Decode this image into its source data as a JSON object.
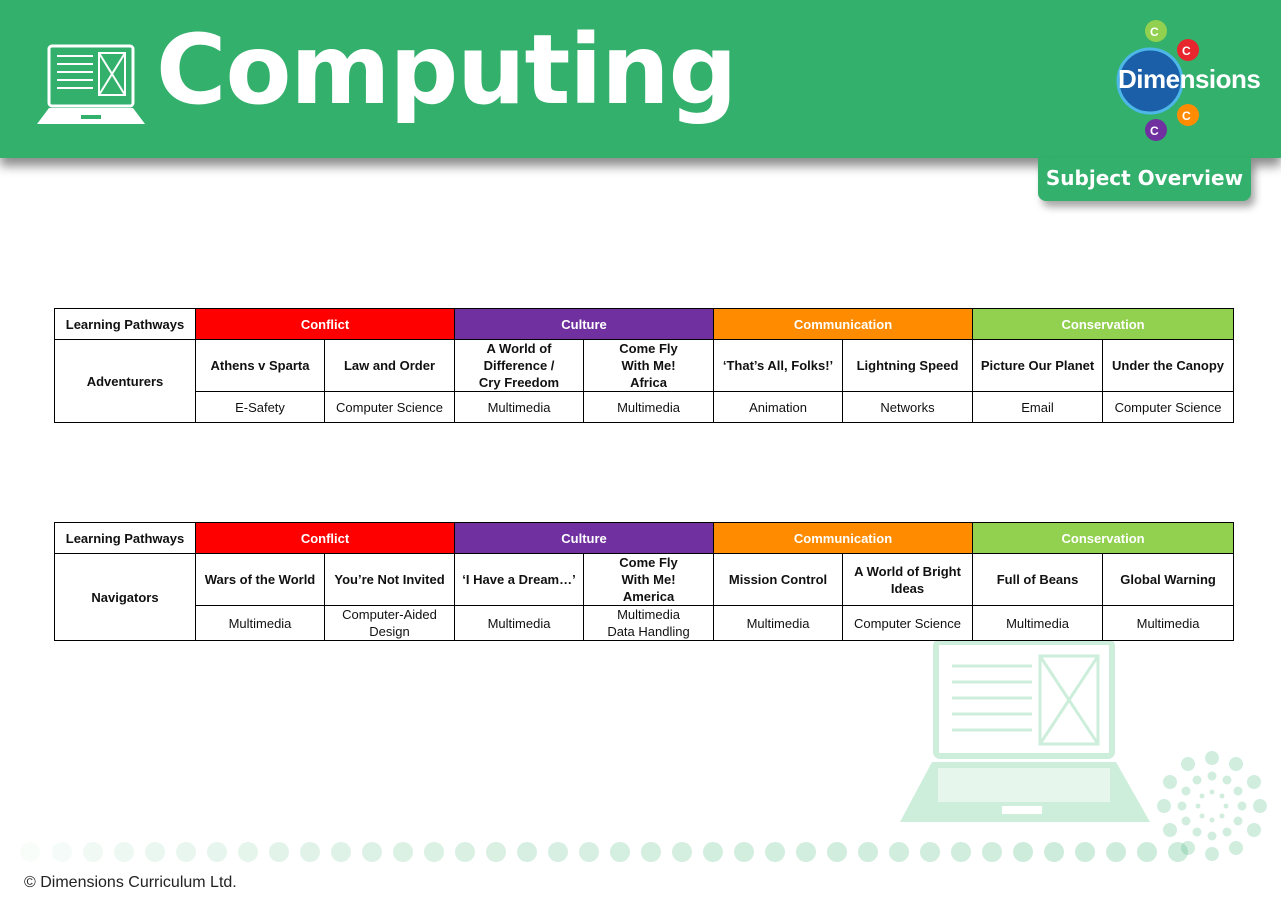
{
  "header": {
    "title": "Computing",
    "logo_text": "Dimensions",
    "subject_tab": "Subject Overview"
  },
  "colors": {
    "brand_green": "#33b06c",
    "conflict": "#ff0000",
    "culture": "#7030a0",
    "communication": "#ff8c00",
    "conservation": "#92d050"
  },
  "tables": [
    {
      "lp_label": "Learning Pathways",
      "themes": [
        "Conflict",
        "Culture",
        "Communication",
        "Conservation"
      ],
      "row_label": "Adventurers",
      "topics": [
        "Athens v Sparta",
        "Law and Order",
        "A World of Difference / Cry Freedom",
        "Come Fly With Me! Africa",
        "‘That’s All, Folks!’",
        "Lightning Speed",
        "Picture Our Planet",
        "Under the Canopy"
      ],
      "areas": [
        "E-Safety",
        "Computer Science",
        "Multimedia",
        "Multimedia",
        "Animation",
        "Networks",
        "Email",
        "Computer Science"
      ]
    },
    {
      "lp_label": "Learning Pathways",
      "themes": [
        "Conflict",
        "Culture",
        "Communication",
        "Conservation"
      ],
      "row_label": "Navigators",
      "topics": [
        "Wars of the World",
        "You’re Not Invited",
        "‘I Have a Dream…’",
        "Come Fly With Me! America",
        "Mission Control",
        "A World of Bright Ideas",
        "Full of Beans",
        "Global Warning"
      ],
      "areas": [
        "Multimedia",
        "Computer-Aided Design",
        "Multimedia",
        "Multimedia Data Handling",
        "Multimedia",
        "Computer Science",
        "Multimedia",
        "Multimedia"
      ]
    }
  ],
  "footer": "© Dimensions Curriculum Ltd."
}
